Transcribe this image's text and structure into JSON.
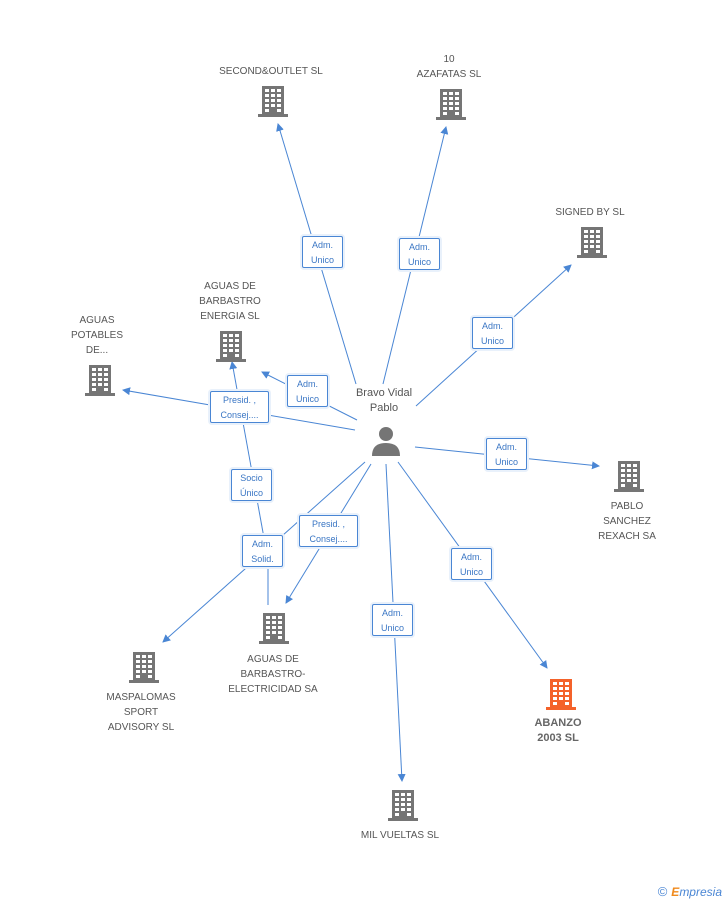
{
  "center": {
    "label": "Bravo Vidal\nPablo",
    "icon": "person-icon"
  },
  "nodes": [
    {
      "id": "second",
      "label": "SECOND&OUTLET SL",
      "highlight": false
    },
    {
      "id": "azafatas",
      "label": "10\nAZAFATAS SL",
      "highlight": false
    },
    {
      "id": "signed",
      "label": "SIGNED BY SL",
      "highlight": false
    },
    {
      "id": "energia",
      "label": "AGUAS DE\nBARBASTRO\nENERGIA SL",
      "highlight": false
    },
    {
      "id": "potables",
      "label": "AGUAS\nPOTABLES\nDE...",
      "highlight": false
    },
    {
      "id": "pablo",
      "label": "PABLO\nSANCHEZ\nREXACH SA",
      "highlight": false
    },
    {
      "id": "electricidad",
      "label": "AGUAS DE\nBARBASTRO-\nELECTRICIDAD SA",
      "highlight": false
    },
    {
      "id": "maspalomas",
      "label": "MASPALOMAS\nSPORT\nADVISORY  SL",
      "highlight": false
    },
    {
      "id": "abanzo",
      "label": "ABANZO\n2003 SL",
      "highlight": true
    },
    {
      "id": "milvueltas",
      "label": "MIL VUELTAS SL",
      "highlight": false
    }
  ],
  "edge_labels": [
    {
      "id": "e-second",
      "text": "Adm.\nUnico"
    },
    {
      "id": "e-azafatas",
      "text": "Adm.\nUnico"
    },
    {
      "id": "e-signed",
      "text": "Adm.\nUnico"
    },
    {
      "id": "e-energia",
      "text": "Adm.\nUnico"
    },
    {
      "id": "e-potables",
      "text": "Presid. ,\nConsej...."
    },
    {
      "id": "e-pablo",
      "text": "Adm.\nUnico"
    },
    {
      "id": "e-socio",
      "text": "Socio\nÚnico"
    },
    {
      "id": "e-electricidad",
      "text": "Presid. ,\nConsej...."
    },
    {
      "id": "e-maspalomas",
      "text": "Adm.\nSolid."
    },
    {
      "id": "e-abanzo",
      "text": "Adm.\nUnico"
    },
    {
      "id": "e-milvueltas",
      "text": "Adm.\nUnico"
    }
  ],
  "colors": {
    "edge": "#4a86d4",
    "building": "#757575",
    "building_highlight": "#f4622a",
    "person": "#757575"
  },
  "footer": {
    "copyright": "©",
    "brand_initial": "E",
    "brand_rest": "mpresia"
  }
}
